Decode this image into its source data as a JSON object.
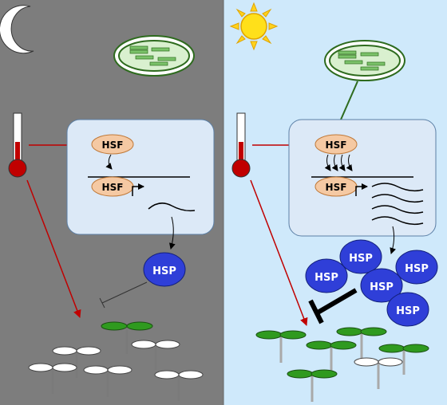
{
  "night_panel": {
    "background": "#7d7d7d",
    "nucleus": {
      "factor_label": "HSF",
      "bound_label": "HSF"
    },
    "product": {
      "label": "HSP"
    }
  },
  "day_panel": {
    "background": "#cfe9fb",
    "nucleus": {
      "factor_label": "HSF",
      "bound_label": "HSF"
    },
    "products": [
      "HSP",
      "HSP",
      "HSP",
      "HSP",
      "HSP"
    ]
  },
  "colors": {
    "heat_arrow": "#c00000",
    "retrograde_arrow": "#2e6b1e",
    "hsf_fill": "#f5c9a3",
    "hsp_fill": "#2f3fd8",
    "healthy_leaf": "#2f9a1f",
    "bleached_leaf": "#ffffff",
    "nucleus_fill": "#dce9f7"
  },
  "icons": {
    "night": "crescent-moon-icon",
    "day": "sun-icon",
    "temperature": "thermometer-icon",
    "organelle": "chloroplast-icon"
  }
}
